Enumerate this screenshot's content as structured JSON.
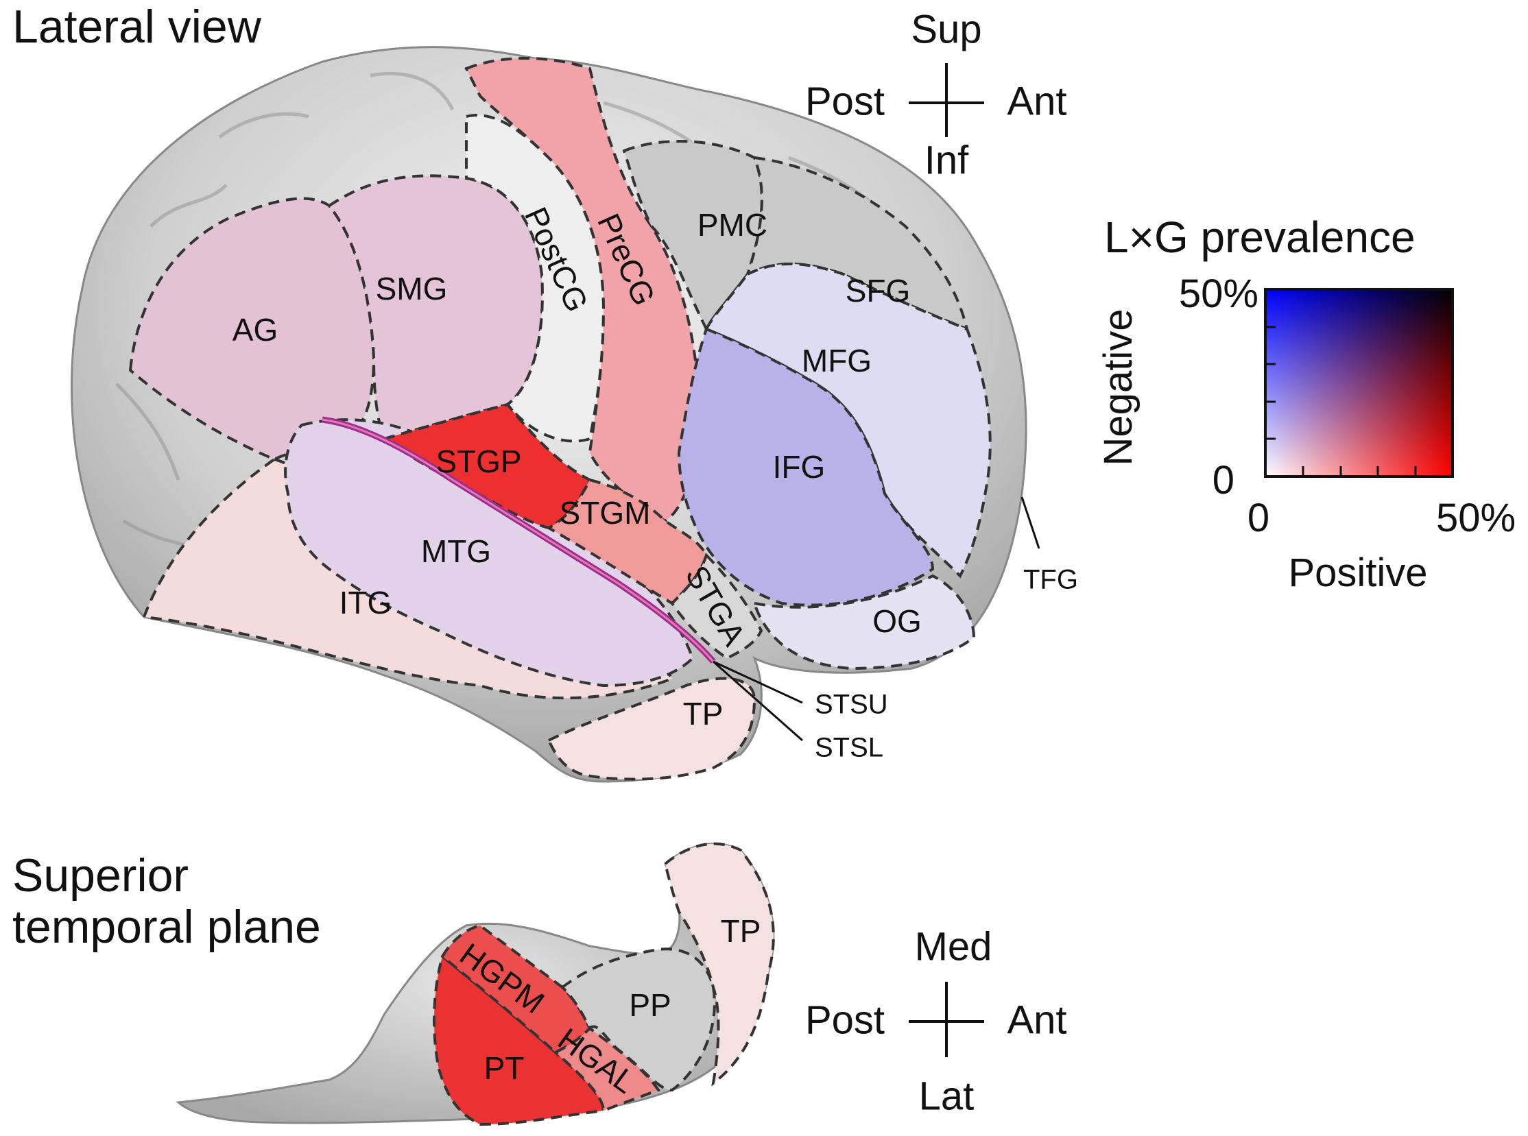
{
  "titles": {
    "lateral": "Lateral view",
    "superior_line1": "Superior",
    "superior_line2": "temporal plane"
  },
  "orientation_top": {
    "up": "Sup",
    "down": "Inf",
    "left": "Post",
    "right": "Ant"
  },
  "orientation_bottom": {
    "up": "Med",
    "down": "Lat",
    "left": "Post",
    "right": "Ant"
  },
  "legend": {
    "title": "L×G prevalence",
    "y_label": "Negative",
    "x_label": "Positive",
    "y_max": "50%",
    "y_min": "0",
    "x_min": "0",
    "x_max": "50%"
  },
  "regions": {
    "AG": "AG",
    "SMG": "SMG",
    "PostCG": "PostCG",
    "PreCG": "PreCG",
    "PMC": "PMC",
    "SFG": "SFG",
    "MFG": "MFG",
    "IFG": "IFG",
    "STGP": "STGP",
    "STGM": "STGM",
    "STGA": "STGA",
    "MTG": "MTG",
    "ITG": "ITG",
    "OG": "OG",
    "TP": "TP",
    "TFG": "TFG",
    "STSU": "STSU",
    "STSL": "STSL"
  },
  "plane_regions": {
    "HGPM": "HGPM",
    "HGAL": "HGAL",
    "PP": "PP",
    "PT": "PT",
    "TP": "TP"
  },
  "colors": {
    "brain_gray": "#bfbfbf",
    "AG": "#e3c2d6",
    "SMG": "#e4c4d8",
    "PreCG": "#f2a3a8",
    "PostCG": "#efefef",
    "IFG": "#b9b2e8",
    "MFG": "#dedcf3",
    "STGP": "#ee2f2f",
    "STGM": "#f19a9a",
    "MTG": "#e2d3ea",
    "ITG": "#f5dcdc",
    "TP": "#f5e1e1",
    "OG": "#e4e2f3",
    "STS_line": "#a02c8c",
    "PT": "#ea3232",
    "HGPM": "#ec4d4d",
    "HGAL": "#ee8a8a"
  }
}
